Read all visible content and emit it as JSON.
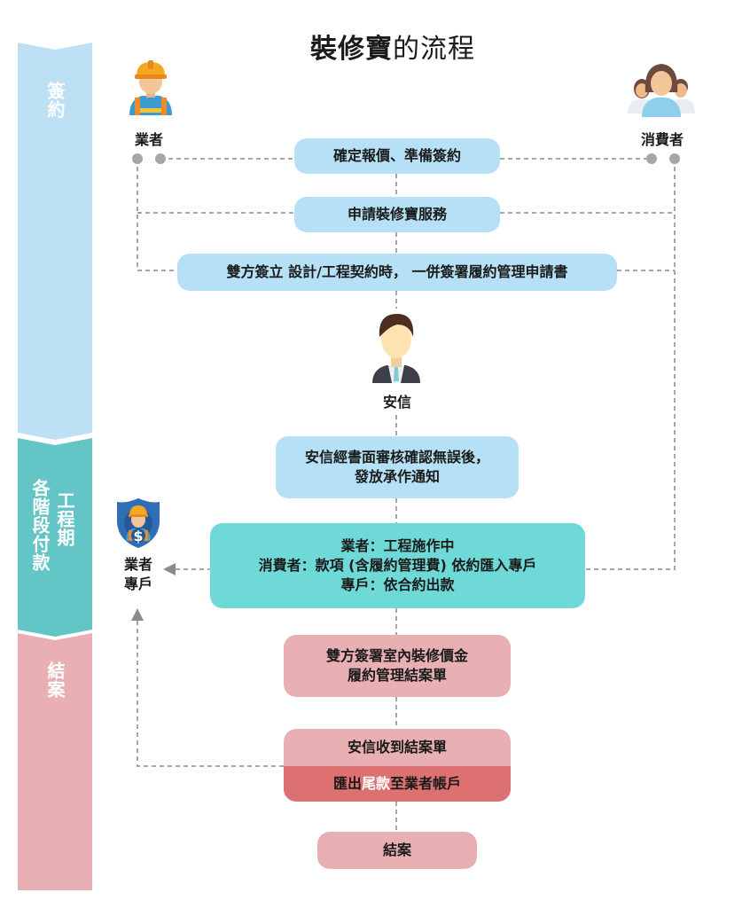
{
  "title": {
    "bold": "裝修寶",
    "light": "的流程"
  },
  "stages": [
    {
      "label": "簽約",
      "color": "#bde0f4"
    },
    {
      "label_col1": "各階段付款",
      "label_col2": "工程期",
      "color": "#63c5c5"
    },
    {
      "label": "結案",
      "color": "#e8b0b5"
    }
  ],
  "actors": {
    "contractor": {
      "label": "業者",
      "icon": "construction-worker-icon"
    },
    "consumer": {
      "label": "消費者",
      "icon": "consumer-group-icon"
    },
    "anxin": {
      "label": "安信",
      "icon": "businessman-icon"
    },
    "escrow": {
      "label_line1": "業者",
      "label_line2": "專戶",
      "icon": "escrow-shield-icon"
    }
  },
  "steps": {
    "confirm_quote": "確定報價、準備簽約",
    "apply_service": "申請裝修寶服務",
    "sign_contract": "雙方簽立 設計/工程契約時， 一併簽署履約管理申請書",
    "review_line1": "安信經書面審核確認無誤後，",
    "review_line2": "發放承作通知",
    "work_line1": "業者：工程施作中",
    "work_line2": "消費者：款項 (含履約管理費) 依約匯入專戶",
    "work_line3": "專戶：依合約出款",
    "closing_form_line1": "雙方簽署室內裝修價金",
    "closing_form_line2": "履約管理結案單",
    "received_form": "安信收到結案單",
    "remit_prefix": "匯出",
    "remit_highlight": "尾款",
    "remit_suffix": "至業者帳戶",
    "closed": "結案"
  },
  "colors": {
    "blue_box": "#b5e0f5",
    "teal_box": "#6fd9d7",
    "pink_box": "#e8b0b3",
    "red_box": "#dd7070",
    "connector": "#a6a6a6"
  }
}
